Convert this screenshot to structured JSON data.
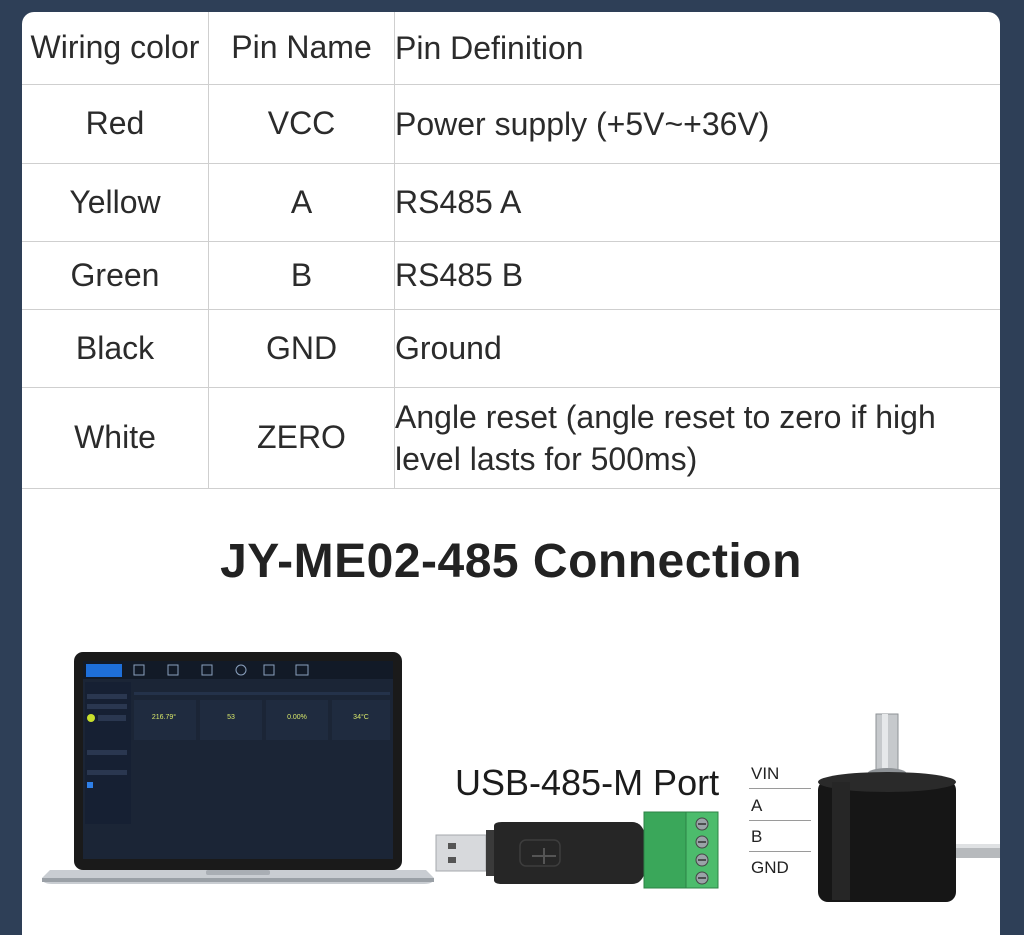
{
  "table": {
    "headers": [
      "Wiring color",
      "Pin Name",
      "Pin Definition"
    ],
    "rows": [
      {
        "color": "Red",
        "pin": "VCC",
        "definition": "Power supply (+5V~+36V)"
      },
      {
        "color": "Yellow",
        "pin": "A",
        "definition": "RS485 A"
      },
      {
        "color": "Green",
        "pin": "B",
        "definition": "RS485 B"
      },
      {
        "color": "Black",
        "pin": "GND",
        "definition": "Ground"
      },
      {
        "color": "White",
        "pin": "ZERO",
        "definition": "Angle reset (angle reset to zero if high level lasts for 500ms)"
      }
    ]
  },
  "section_title": "JY-ME02-485 Connection",
  "diagram": {
    "port_label": "USB-485-M Port",
    "terminals": [
      "VIN",
      "A",
      "B",
      "GND"
    ],
    "laptop_screen": {
      "readings": [
        "216.79°",
        "53",
        "0.00%",
        "34°C"
      ]
    }
  },
  "colors": {
    "background": "#2e3f57",
    "card": "#ffffff",
    "grid": "#cfcfcf",
    "terminal_block": "#3aa75a"
  }
}
